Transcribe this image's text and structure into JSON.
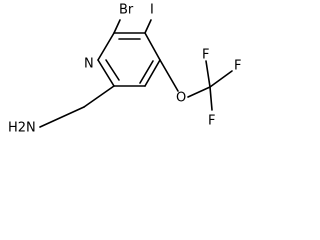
{
  "molecule": {
    "atoms": {
      "nitrogen_ring": "N",
      "bromine": "Br",
      "iodine": "I",
      "oxygen": "O",
      "fluorine_top": "F",
      "fluorine_right": "F",
      "fluorine_bottom": "F",
      "amine": "H2N"
    }
  }
}
